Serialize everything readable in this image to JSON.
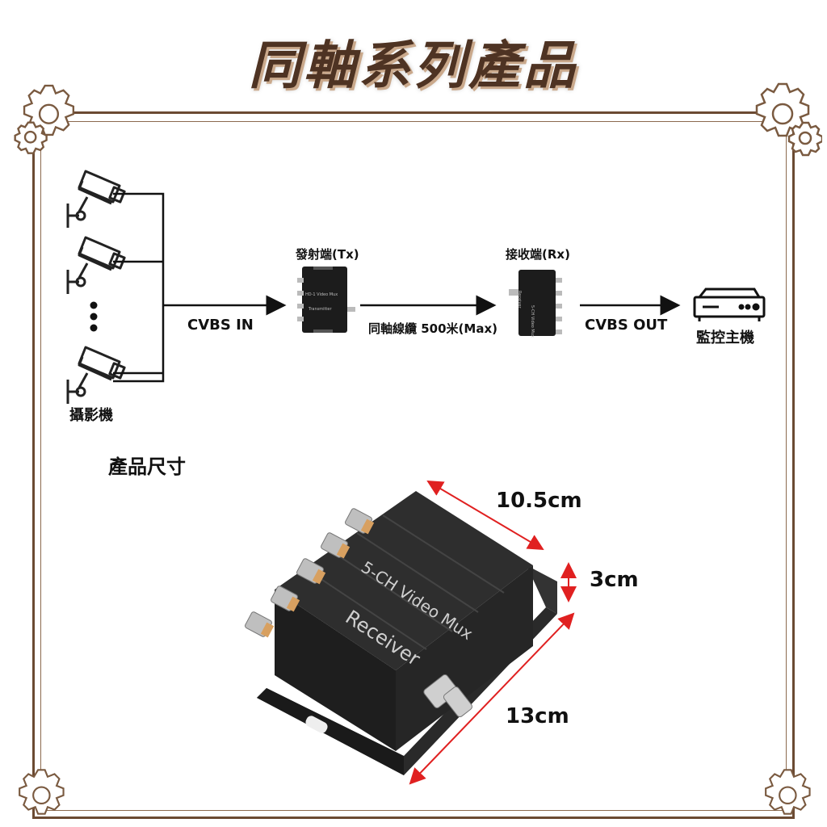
{
  "title": "同軸系列產品",
  "diagram": {
    "camera_label": "攝影機",
    "input_label": "CVBS IN",
    "transmitter_label": "發射端(Tx)",
    "cable_label": "同軸線纜 500米(Max)",
    "receiver_label": "接收端(Rx)",
    "output_label": "CVBS OUT",
    "host_label": "監控主機",
    "transmitter_text": "Transmitter",
    "transmitter_model": "HD-1 Video Mux",
    "receiver_text": "Receiver",
    "receiver_model": "5-CH Video Mux"
  },
  "dimensions": {
    "section_title": "產品尺寸",
    "length": "10.5cm",
    "height": "3cm",
    "width": "13cm"
  },
  "product": {
    "model_text": "5-CH Video Mux",
    "role_text": "Receiver"
  },
  "colors": {
    "frame": "#6b4a32",
    "title": "#4e3323",
    "dimension_arrow": "#e02020"
  }
}
